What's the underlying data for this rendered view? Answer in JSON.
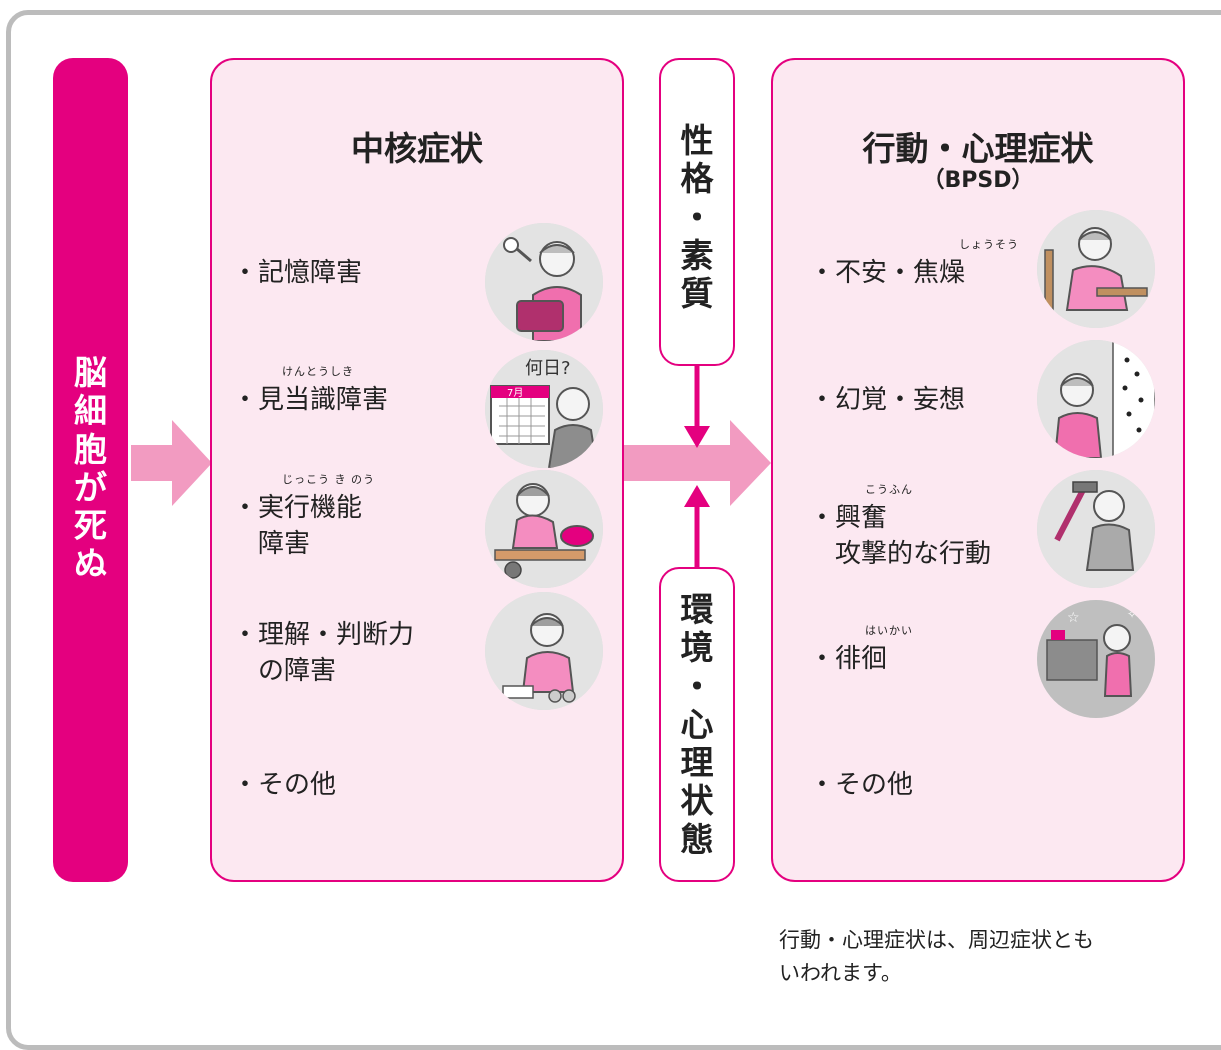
{
  "left_bar": {
    "text": [
      "脳",
      "細",
      "胞",
      "が",
      "死",
      "ぬ"
    ]
  },
  "core": {
    "title": "中核症状",
    "items": [
      {
        "ruby": "",
        "lines": [
          "・記憶障害"
        ]
      },
      {
        "ruby": "けんとうしき",
        "lines": [
          "・見当識障害"
        ]
      },
      {
        "ruby": "じっこう き のう",
        "lines": [
          "・実行機能",
          "　障害"
        ]
      },
      {
        "ruby": "",
        "lines": [
          "・理解・判断力",
          "　の障害"
        ]
      },
      {
        "ruby": "",
        "lines": [
          "・その他"
        ]
      }
    ],
    "icon_text": "何日?",
    "icon_calendar": "7月"
  },
  "factor_top": {
    "text": [
      "性",
      "格",
      "・",
      "素",
      "質"
    ]
  },
  "factor_bottom": {
    "text": [
      "環",
      "境",
      "・",
      "心",
      "理",
      "状",
      "態"
    ]
  },
  "bpsd": {
    "title": "行動・心理症状",
    "subtitle": "（BPSD）",
    "items": [
      {
        "ruby": "しょうそう",
        "lines": [
          "・不安・焦燥"
        ]
      },
      {
        "ruby": "",
        "lines": [
          "・幻覚・妄想"
        ]
      },
      {
        "ruby": "こうふん",
        "lines": [
          "・興奮",
          "　攻撃的な行動"
        ]
      },
      {
        "ruby": "はいかい",
        "lines": [
          "・徘徊"
        ]
      },
      {
        "ruby": "",
        "lines": [
          "・その他"
        ]
      }
    ]
  },
  "note": [
    "行動・心理症状は、周辺症状とも",
    "いわれます。"
  ],
  "colors": {
    "accent": "#e4007f",
    "panel_bg": "#fce8f1",
    "arrow": "#f29bc1",
    "frame": "#bcbcbc"
  }
}
